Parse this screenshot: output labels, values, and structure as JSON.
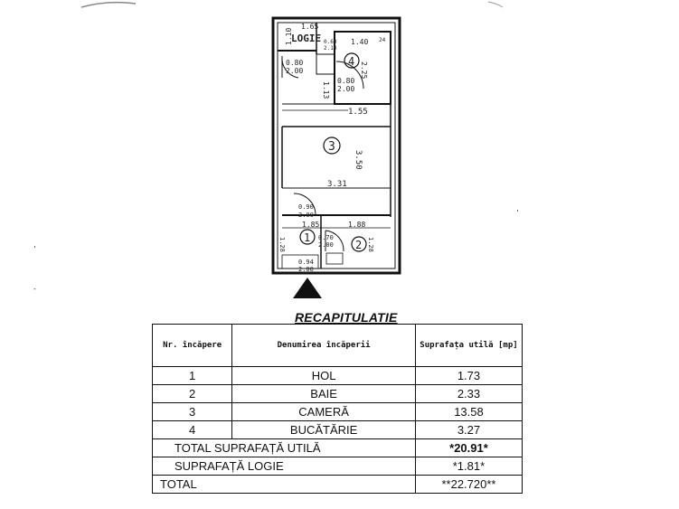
{
  "plan": {
    "room_numbers": [
      "1",
      "2",
      "3",
      "4"
    ],
    "logie_label": "LOGIE",
    "dimensions": [
      "1.65",
      "1.10",
      "1.40",
      "2.25",
      "0.60",
      "2.10",
      "0.80",
      "2.00",
      "0.80",
      "2.00",
      "1.13",
      "1.55",
      "3.50",
      "3.31",
      "0.90",
      "2.00",
      "1.85",
      "1.88",
      "0.70",
      "2.00",
      "1.28",
      "1.28",
      "0.94",
      "2.00",
      "24"
    ]
  },
  "recap": {
    "heading": "RECAPITULATIE",
    "col_headers": {
      "nr": "Nr. încăpere",
      "name": "Denumirea încăperii",
      "area": "Suprafața utilă [mp]"
    },
    "rows": [
      {
        "nr": "1",
        "name": "HOL",
        "area": "1.73"
      },
      {
        "nr": "2",
        "name": "BAIE",
        "area": "2.33"
      },
      {
        "nr": "3",
        "name": "CAMERĂ",
        "area": "13.58"
      },
      {
        "nr": "4",
        "name": "BUCĂTĂRIE",
        "area": "3.27"
      }
    ],
    "totals": [
      {
        "label": "TOTAL SUPRAFAȚĂ UTILĂ",
        "value": "*20.91*"
      },
      {
        "label": "SUPRAFAȚĂ LOGIE",
        "value": "*1.81*"
      },
      {
        "label": "TOTAL",
        "value": "**22.720**"
      }
    ]
  }
}
